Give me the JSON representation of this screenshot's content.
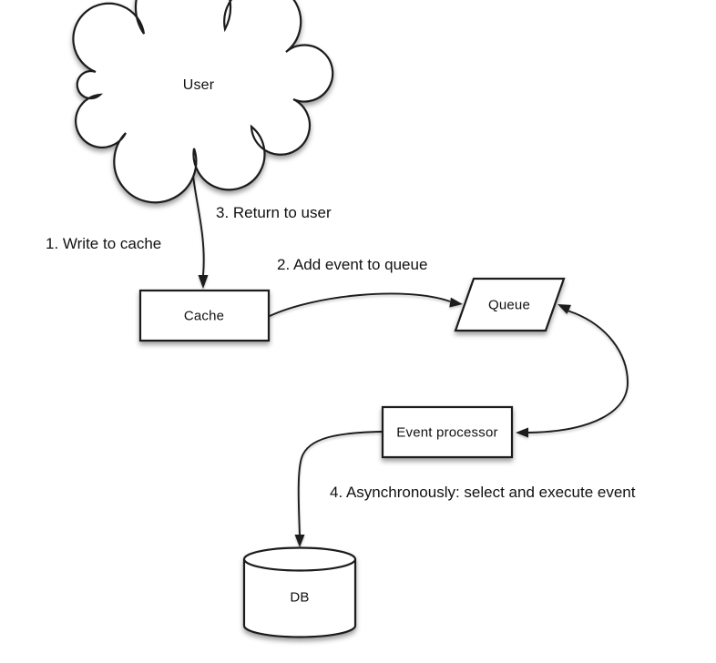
{
  "nodes": {
    "user": {
      "label": "User",
      "shape": "cloud"
    },
    "cache": {
      "label": "Cache",
      "shape": "rectangle"
    },
    "queue": {
      "label": "Queue",
      "shape": "parallelogram"
    },
    "event_processor": {
      "label": "Event processor",
      "shape": "rectangle"
    },
    "db": {
      "label": "DB",
      "shape": "cylinder"
    }
  },
  "edges": [
    {
      "from": "user",
      "to": "cache",
      "direction": "one-way",
      "labels": [
        "1. Write to cache",
        "3. Return to user"
      ]
    },
    {
      "from": "cache",
      "to": "queue",
      "direction": "one-way",
      "label": "2. Add event to queue"
    },
    {
      "from": "queue",
      "to": "event_processor",
      "direction": "two-way"
    },
    {
      "from": "event_processor",
      "to": "db",
      "direction": "one-way",
      "label": "4. Asynchronously: select and execute event"
    }
  ],
  "colors": {
    "stroke": "#1a1a1a",
    "shape_fill": "#ffffff",
    "text": "#111111",
    "background": "#ffffff"
  }
}
